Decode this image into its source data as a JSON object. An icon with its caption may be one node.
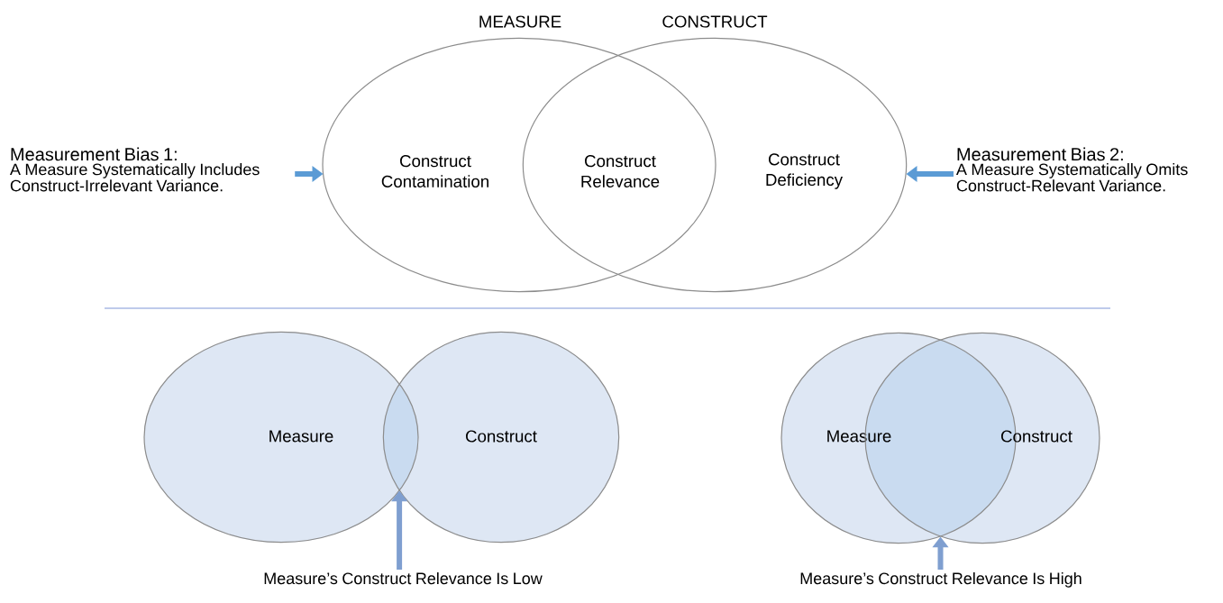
{
  "diagram": {
    "nodes": [
      {
        "text": [
          "MEASURE",
          "Construct Contamination"
        ]
      },
      {
        "text": [
          "CONSTRUCT",
          "Construct Deficiency"
        ]
      },
      {
        "text": [
          "Measurement Bias 1:",
          "A Measure Systematically Includes Construct-Irrelevant Variance."
        ]
      },
      {
        "text": [
          "Measurement Bias 2:",
          "A Measure Systematically Omits Construct-Relevant Variance."
        ]
      },
      {
        "text": [
          "Measure"
        ]
      },
      {
        "text": [
          "Construct"
        ]
      },
      {
        "text": [],
        "shape": "lens"
      },
      {
        "text": [
          "Measure’s Construct Relevance Is Low"
        ]
      },
      {
        "text": [
          "Measure"
        ]
      },
      {
        "text": [
          "Construct"
        ]
      },
      {
        "text": [],
        "shape": "lens"
      },
      {
        "text": [
          "Measure’s Construct Relevance Is High"
        ]
      }
    ],
    "edges": [
      {
        "from": 2,
        "to": 0,
        "arrow": "to"
      },
      {
        "from": 3,
        "to": 1,
        "arrow": "to"
      },
      {
        "from": 7,
        "to": 6,
        "arrow": "to"
      },
      {
        "from": 11,
        "to": 10,
        "arrow": "to"
      }
    ],
    "labels": [
      "Construct Relevance"
    ]
  }
}
